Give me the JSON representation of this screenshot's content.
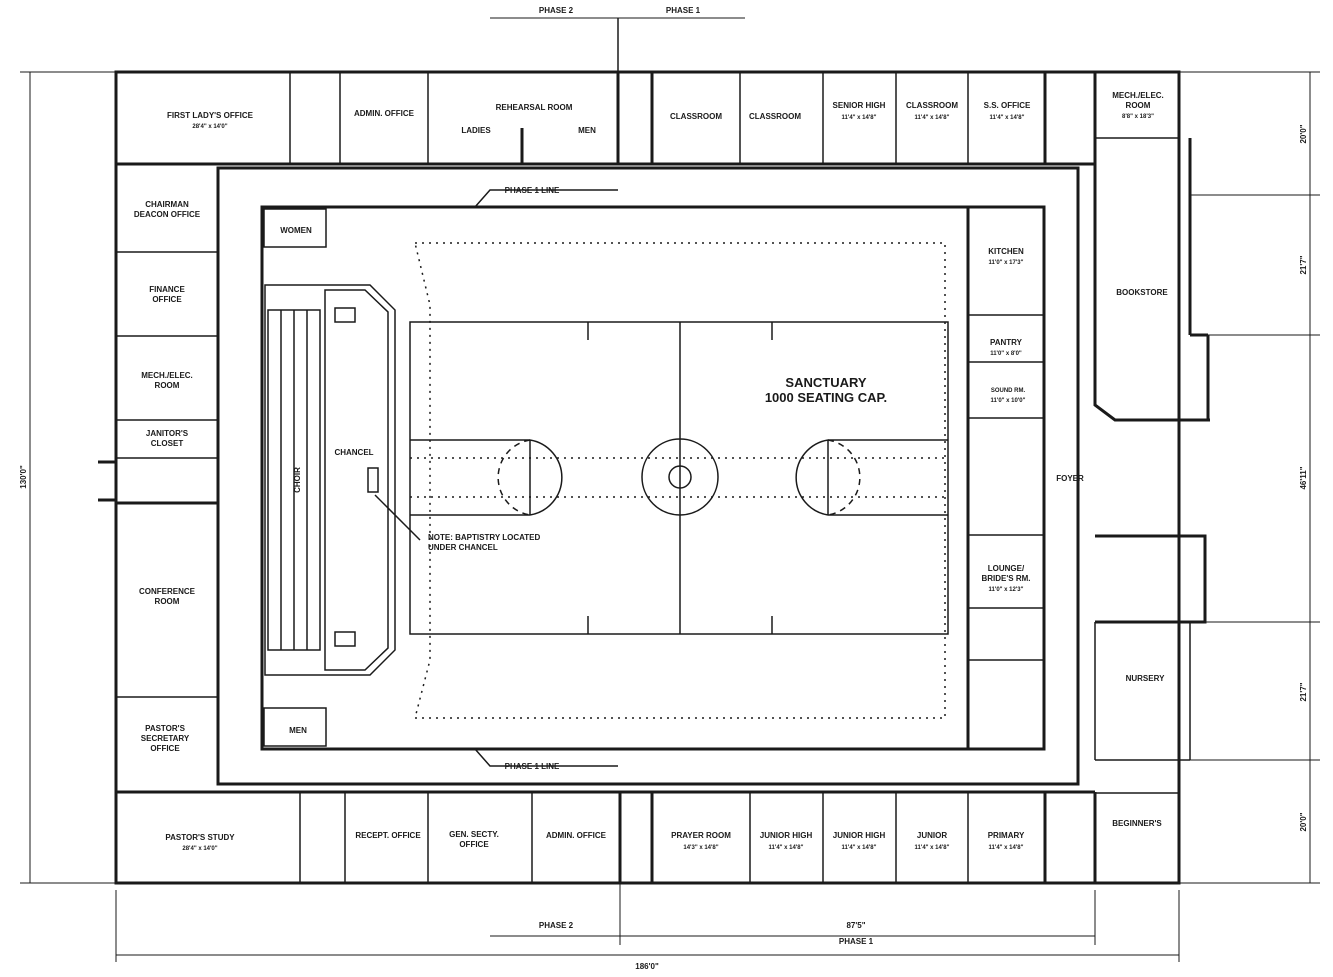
{
  "rooms": {
    "first_lady": {
      "name": "FIRST LADY'S OFFICE",
      "dims": "28'4\" x 14'0\""
    },
    "admin_office_top": "ADMIN. OFFICE",
    "rehearsal": {
      "name": "REHEARSAL ROOM",
      "left": "LADIES",
      "right": "MEN"
    },
    "classroom_1": "CLASSROOM",
    "classroom_2": "CLASSROOM",
    "senior_high": {
      "name": "SENIOR HIGH",
      "dims": "11'4\" x 14'8\""
    },
    "classroom_3": {
      "name": "CLASSROOM",
      "dims": "11'4\" x 14'8\""
    },
    "ss_office": {
      "name": "S.S. OFFICE",
      "dims": "11'4\" x 14'8\""
    },
    "mech_top": {
      "line1": "MECH./ELEC.",
      "line2": "ROOM",
      "dims": "8'8\" x 18'3\""
    },
    "chairman": {
      "line1": "CHAIRMAN",
      "line2": "DEACON OFFICE"
    },
    "finance": {
      "line1": "FINANCE",
      "line2": "OFFICE"
    },
    "mech_left": {
      "line1": "MECH./ELEC.",
      "line2": "ROOM"
    },
    "janitor": {
      "line1": "JANITOR'S",
      "line2": "CLOSET"
    },
    "conference": {
      "line1": "CONFERENCE",
      "line2": "ROOM"
    },
    "pastor_secretary": {
      "line1": "PASTOR'S",
      "line2": "SECRETARY",
      "line3": "OFFICE"
    },
    "pastor_study": {
      "name": "PASTOR'S STUDY",
      "dims": "28'4\" x 14'0\""
    },
    "recept": "RECEPT. OFFICE",
    "gen_secty": {
      "line1": "GEN. SECTY.",
      "line2": "OFFICE"
    },
    "admin_office_bottom": "ADMIN. OFFICE",
    "prayer": {
      "name": "PRAYER ROOM",
      "dims": "14'3\" x 14'8\""
    },
    "junior_high_1": {
      "name": "JUNIOR HIGH",
      "dims": "11'4\" x 14'8\""
    },
    "junior_high_2": {
      "name": "JUNIOR HIGH",
      "dims": "11'4\" x 14'8\""
    },
    "junior": {
      "name": "JUNIOR",
      "dims": "11'4\" x 14'8\""
    },
    "primary": {
      "name": "PRIMARY",
      "dims": "11'4\" x 14'8\""
    },
    "beginners": "BEGINNER'S",
    "bookstore": "BOOKSTORE",
    "foyer": "FOYER",
    "nursery": "NURSERY",
    "kitchen": {
      "name": "KITCHEN",
      "dims": "11'0\" x 17'3\""
    },
    "pantry": {
      "name": "PANTRY",
      "dims": "11'0\" x 8'0\""
    },
    "sound": {
      "name": "SOUND RM.",
      "dims": "11'0\" x 10'0\""
    },
    "lounge": {
      "line1": "LOUNGE/",
      "line2": "BRIDE'S RM.",
      "dims": "11'0\" x 12'3\""
    },
    "women": "WOMEN",
    "men": "MEN",
    "choir": "CHOIR",
    "chancel": "CHANCEL",
    "sanctuary": {
      "line1": "SANCTUARY",
      "line2": "1000 SEATING CAP."
    },
    "baptistry_note": {
      "line1": "NOTE: BAPTISTRY LOCATED",
      "line2": "UNDER CHANCEL"
    }
  },
  "labels": {
    "phase1_line_top": "PHASE 1 LINE",
    "phase1_line_bottom": "PHASE 1 LINE",
    "phase2_top": "PHASE 2",
    "phase1_top": "PHASE 1",
    "phase2_bottom": "PHASE 2",
    "phase1_bottom": "PHASE 1"
  },
  "dimensions": {
    "right_1": "20'0\"",
    "right_2": "21'7\"",
    "right_3": "46'11\"",
    "right_4": "21'7\"",
    "right_5": "20'0\"",
    "left_total": "130'0\"",
    "bottom_phase1": "87'5\"",
    "bottom_total": "186'0\""
  }
}
